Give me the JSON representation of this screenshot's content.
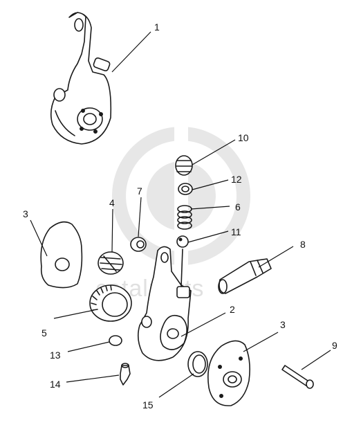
{
  "watermark": {
    "text": "catalparts"
  },
  "callouts": [
    {
      "id": "1",
      "label": "1"
    },
    {
      "id": "2",
      "label": "2"
    },
    {
      "id": "3a",
      "label": "3"
    },
    {
      "id": "3b",
      "label": "3"
    },
    {
      "id": "4",
      "label": "4"
    },
    {
      "id": "5",
      "label": "5"
    },
    {
      "id": "6",
      "label": "6"
    },
    {
      "id": "7",
      "label": "7"
    },
    {
      "id": "8",
      "label": "8"
    },
    {
      "id": "9",
      "label": "9"
    },
    {
      "id": "10",
      "label": "10"
    },
    {
      "id": "11",
      "label": "11"
    },
    {
      "id": "12",
      "label": "12"
    },
    {
      "id": "13",
      "label": "13"
    },
    {
      "id": "14",
      "label": "14"
    },
    {
      "id": "15",
      "label": "15"
    }
  ]
}
